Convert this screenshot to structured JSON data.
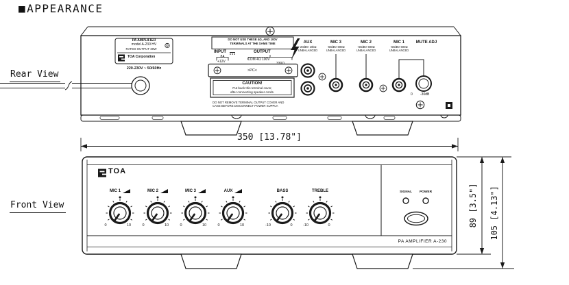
{
  "title": "APPEARANCE",
  "icons": {
    "title_bullet": "■",
    "screw": "⊕",
    "dc_symbol": "⎓",
    "high_voltage": "⚡",
    "volume_wedge": "◢"
  },
  "rear_view": {
    "label": "Rear View",
    "rating_label": {
      "line1": "PA AMPLIFIER",
      "line2": "model A-230 HV",
      "line3": "RATED OUTPUT 30W",
      "logo": "TOA",
      "brand": "TOA Corporation"
    },
    "voltage_rating": "220-230V ~ 50/60Hz",
    "warning_line1": "DO NOT USE THESE 4Ω, AND 100V",
    "warning_line2": "TERMINALS AT THE SAME TIME",
    "input_label": "INPUT",
    "output_label": "OUTPUT",
    "fuse_label": "8A",
    "dc_voltage_label": "+12V",
    "output_terminals": "COM  4Ω  100V",
    "impedance_label": "330Ω",
    "pc_terminal": ">PC<",
    "caution": {
      "title": "CAUTION!",
      "line1": "Put back this terminal cover,",
      "line2": "after connecting speaker cords."
    },
    "notice_line1": "DO NOT REMOVE TERMINAL OUTPUT COVER AND",
    "notice_line2": "CASE BEFORE DISCONNECT POWER SUPPLY.",
    "jacks": [
      {
        "name": "AUX",
        "spec1": "-20dBV 10kΩ",
        "spec2": "UNBALANCED"
      },
      {
        "name": "MIC 3",
        "spec1": "-60dBV 600Ω",
        "spec2": "UNBALANCED"
      },
      {
        "name": "MIC 2",
        "spec1": "-60dBV 600Ω",
        "spec2": "UNBALANCED"
      },
      {
        "name": "MIC 1",
        "spec1": "-60dBV 600Ω",
        "spec2": "UNBALANCED"
      }
    ],
    "mute_adj": {
      "label": "MUTE ADJ",
      "min": "0",
      "max": "-30dB"
    }
  },
  "front_view": {
    "label": "Front View",
    "logo": "TOA",
    "knobs": [
      {
        "label": "MIC 1",
        "min": "0",
        "max": "10"
      },
      {
        "label": "MIC 2",
        "min": "0",
        "max": "10"
      },
      {
        "label": "MIC 3",
        "min": "0",
        "max": "10"
      },
      {
        "label": "AUX",
        "min": "0",
        "max": "10"
      },
      {
        "label": "BASS",
        "min": "-10",
        "max": "0"
      },
      {
        "label": "TREBLE",
        "min": "-10",
        "max": "0"
      }
    ],
    "indicators": {
      "signal": "SIGNAL",
      "power": "POWER"
    },
    "model_text": "PA AMPLIFIER A-230"
  },
  "dimensions": {
    "width": "350 [13.78\"]",
    "height_body": "89 [3.5\"]",
    "height_total": "105 [4.13\"]"
  }
}
